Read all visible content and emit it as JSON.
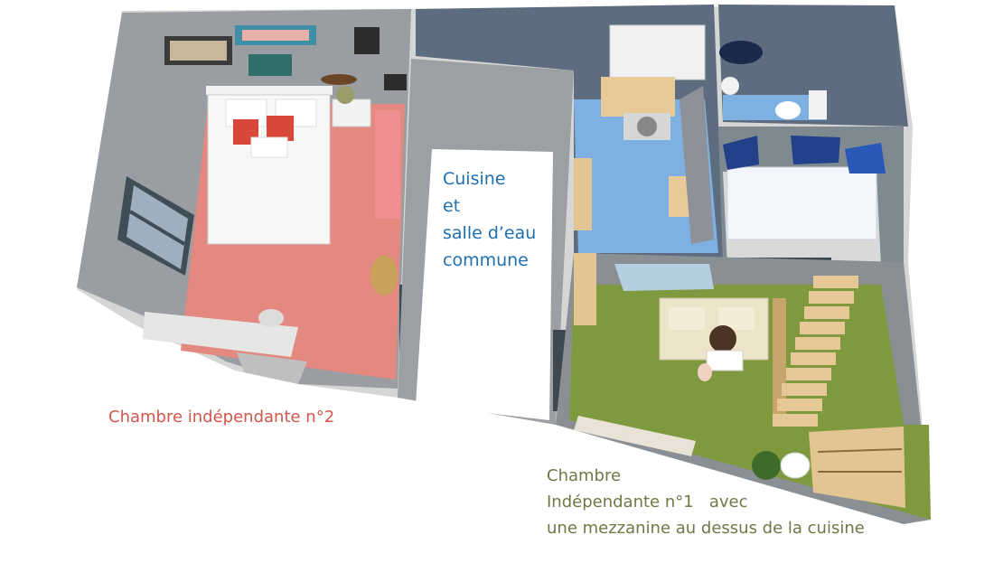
{
  "labels": {
    "kitchen": {
      "lines": [
        "Cuisine",
        "et",
        "salle d’eau",
        "commune"
      ],
      "color": "#1e6fb0"
    },
    "room2": {
      "text": "Chambre indépendante n°2",
      "color": "#d0574a"
    },
    "room1": {
      "lines": [
        "Chambre",
        "Indépendante n°1   avec",
        "une mezzanine au dessus de la cuisine"
      ],
      "color": "#6d7a46"
    }
  },
  "colors": {
    "wall_grey": "#8c8f93",
    "wall_slate": "#5f6e80",
    "floor_pink": "#e6877d",
    "floor_blue": "#7fb0e0",
    "floor_green": "#7f9a3e",
    "wood": "#e3c594"
  }
}
